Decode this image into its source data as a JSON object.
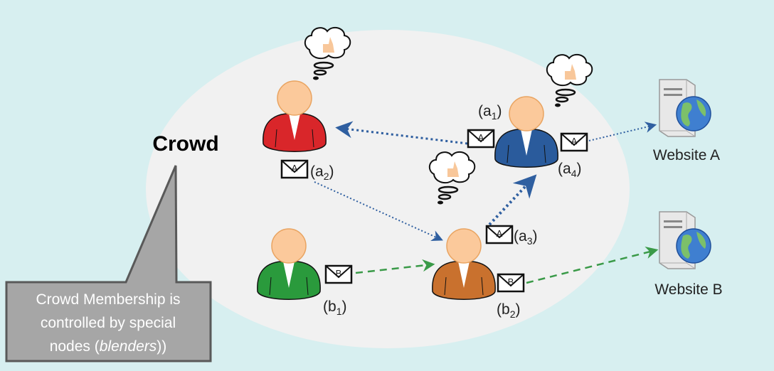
{
  "title": "Crowd",
  "callout": {
    "line1": "Crowd Membership is",
    "line2": "controlled by special",
    "line3_prefix": "nodes (",
    "line3_italic": "blenders",
    "line3_suffix": "))"
  },
  "nodes": [
    {
      "id": "a1",
      "letter": "a",
      "sub": "1"
    },
    {
      "id": "a2",
      "letter": "a",
      "sub": "2"
    },
    {
      "id": "a3",
      "letter": "a",
      "sub": "3"
    },
    {
      "id": "a4",
      "letter": "a",
      "sub": "4"
    },
    {
      "id": "b1",
      "letter": "b",
      "sub": "1"
    },
    {
      "id": "b2",
      "letter": "b",
      "sub": "2"
    }
  ],
  "envelope_letters": {
    "a": "A",
    "b": "B"
  },
  "websites": {
    "a": "Website A",
    "b": "Website B"
  },
  "colors": {
    "background": "#d7eff0",
    "crowd_ellipse": "#f1f1f1",
    "red_user": "#d9262a",
    "blue_user": "#2a5b9c",
    "green_user": "#2a9a3c",
    "orange_user": "#c9712e",
    "skin": "#fbc99b",
    "path_a": "#2f5fa0",
    "path_b": "#3a9a48",
    "callout_fill": "#a6a6a6"
  }
}
